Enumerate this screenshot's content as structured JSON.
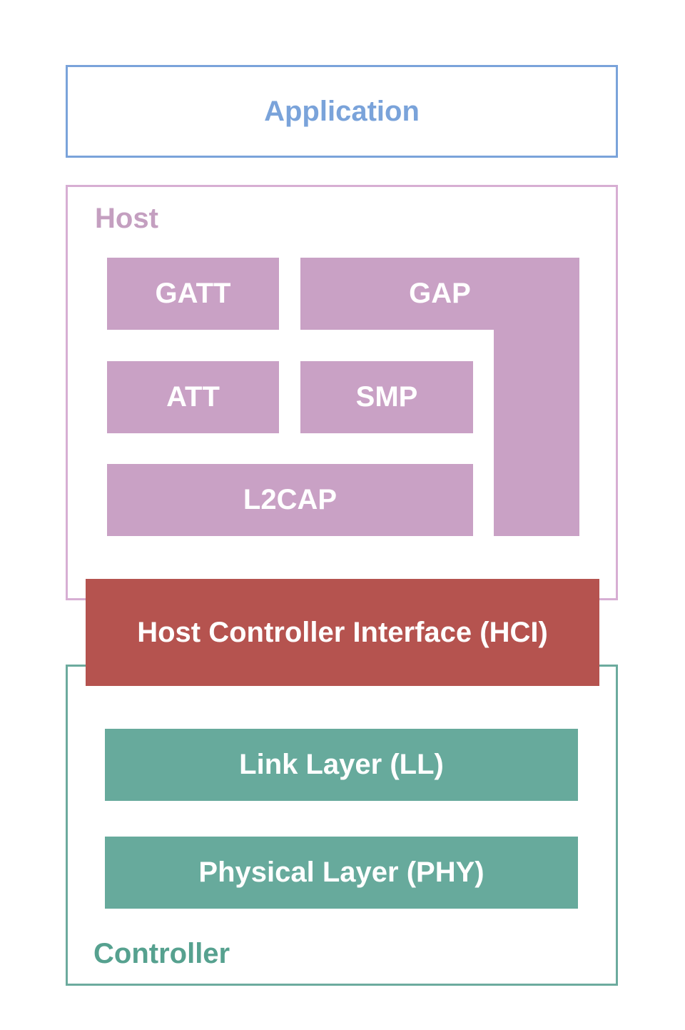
{
  "colors": {
    "application_accent": "#7aa3da",
    "host_fill": "#c9a1c5",
    "host_border": "#d7aed3",
    "host_label": "#c49fc0",
    "hci_fill": "#b5534f",
    "controller_fill": "#67aa9c",
    "controller_border": "#6cab9e",
    "controller_label": "#56a18f",
    "block_text": "#ffffff"
  },
  "application": {
    "label": "Application"
  },
  "host": {
    "label": "Host",
    "blocks": {
      "gatt": "GATT",
      "gap": "GAP",
      "att": "ATT",
      "smp": "SMP",
      "l2cap": "L2CAP"
    }
  },
  "hci": {
    "label": "Host Controller Interface (HCI)"
  },
  "controller": {
    "label": "Controller",
    "blocks": {
      "link_layer": "Link Layer (LL)",
      "physical_layer": "Physical Layer (PHY)"
    }
  }
}
